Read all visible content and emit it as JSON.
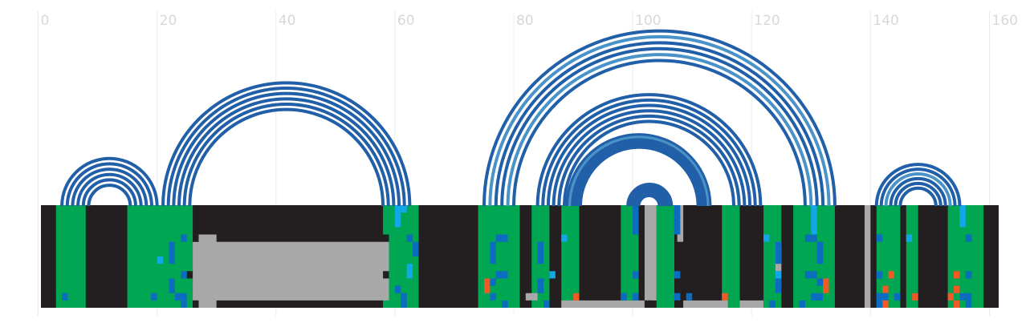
{
  "chart_data": {
    "type": "arc-diagram",
    "title": "",
    "xlabel": "",
    "ylabel": "",
    "xlim": [
      0,
      160
    ],
    "x_ticks": [
      0,
      20,
      40,
      60,
      80,
      100,
      120,
      140,
      160
    ],
    "grid": true,
    "colors": {
      "arc_dark": "#2160a8",
      "arc_light": "#4a93c8",
      "track_background": "#231f20",
      "block_green": "#00a651",
      "block_gray": "#a8a8a8",
      "mark_blue": "#0c6cc0",
      "mark_cyan": "#12a7e6",
      "mark_orange": "#f15a24"
    },
    "arc_groups": [
      {
        "id": "g1",
        "left_start": 4,
        "left_end": 8.5,
        "right_start": 15.5,
        "right_end": 20
      },
      {
        "id": "g2",
        "left_start": 21,
        "left_end": 25.5,
        "right_start": 58,
        "right_end": 62.5
      },
      {
        "id": "g3",
        "left_start": 75,
        "left_end": 80,
        "right_start": 129,
        "right_end": 134
      },
      {
        "id": "g4",
        "left_start": 84,
        "left_end": 88.5,
        "right_start": 117,
        "right_end": 121.5
      },
      {
        "id": "g5",
        "left_start": 89,
        "left_end": 91.2,
        "right_start": 111,
        "right_end": 113
      },
      {
        "id": "g6",
        "left_start": 99.2,
        "left_end": 101,
        "right_start": 104.5,
        "right_end": 106.5
      },
      {
        "id": "g7",
        "left_start": 141,
        "left_end": 145,
        "right_start": 151,
        "right_end": 155
      }
    ],
    "green_blocks": [
      [
        3,
        8
      ],
      [
        15,
        26
      ],
      [
        58,
        64
      ],
      [
        74,
        81
      ],
      [
        83,
        86
      ],
      [
        88,
        91
      ],
      [
        98,
        101
      ],
      [
        104,
        107
      ],
      [
        115,
        118
      ],
      [
        122,
        125
      ],
      [
        127,
        134
      ],
      [
        141,
        145
      ],
      [
        146,
        148
      ],
      [
        153,
        159
      ]
    ],
    "gray_regions": [
      {
        "x0": 26,
        "x1": 59,
        "rows": [
          5,
          13
        ]
      },
      {
        "x0": 27,
        "x1": 30,
        "rows": [
          4,
          14
        ]
      },
      {
        "x0": 102,
        "x1": 104,
        "rows": [
          0,
          13
        ]
      },
      {
        "x0": 107.5,
        "x1": 108.5,
        "rows": [
          0,
          5
        ]
      },
      {
        "x0": 108.5,
        "x1": 116,
        "rows": [
          13,
          14
        ]
      },
      {
        "x0": 88,
        "x1": 102,
        "rows": [
          13,
          14
        ]
      },
      {
        "x0": 118,
        "x1": 122,
        "rows": [
          13,
          14
        ]
      },
      {
        "x0": 139,
        "x1": 140,
        "rows": [
          0,
          14
        ]
      },
      {
        "x0": 82,
        "x1": 84,
        "rows": [
          12,
          13
        ]
      },
      {
        "x0": 124,
        "x1": 125,
        "rows": [
          5,
          9
        ]
      }
    ],
    "marks": [
      {
        "x": 60,
        "row": 0,
        "c": "cyan"
      },
      {
        "x": 61,
        "row": 0,
        "c": "cyan"
      },
      {
        "x": 60,
        "row": 1,
        "c": "cyan"
      },
      {
        "x": 60,
        "row": 2,
        "c": "cyan"
      },
      {
        "x": 62,
        "row": 4,
        "c": "blue"
      },
      {
        "x": 63,
        "row": 5,
        "c": "blue"
      },
      {
        "x": 63,
        "row": 6,
        "c": "blue"
      },
      {
        "x": 62,
        "row": 8,
        "c": "cyan"
      },
      {
        "x": 62,
        "row": 9,
        "c": "cyan"
      },
      {
        "x": 60,
        "row": 11,
        "c": "blue"
      },
      {
        "x": 61,
        "row": 12,
        "c": "blue"
      },
      {
        "x": 61,
        "row": 13,
        "c": "blue"
      },
      {
        "x": 24,
        "row": 4,
        "c": "blue"
      },
      {
        "x": 22,
        "row": 5,
        "c": "blue"
      },
      {
        "x": 22,
        "row": 6,
        "c": "blue"
      },
      {
        "x": 22,
        "row": 7,
        "c": "blue"
      },
      {
        "x": 20,
        "row": 7,
        "c": "cyan"
      },
      {
        "x": 24,
        "row": 9,
        "c": "blue"
      },
      {
        "x": 22,
        "row": 10,
        "c": "blue"
      },
      {
        "x": 22,
        "row": 11,
        "c": "blue"
      },
      {
        "x": 23,
        "row": 12,
        "c": "blue"
      },
      {
        "x": 24,
        "row": 12,
        "c": "blue"
      },
      {
        "x": 24,
        "row": 13,
        "c": "blue"
      },
      {
        "x": 4,
        "row": 12,
        "c": "blue"
      },
      {
        "x": 19,
        "row": 12,
        "c": "blue"
      },
      {
        "x": 77,
        "row": 4,
        "c": "blue"
      },
      {
        "x": 78,
        "row": 4,
        "c": "blue"
      },
      {
        "x": 76,
        "row": 5,
        "c": "blue"
      },
      {
        "x": 76,
        "row": 6,
        "c": "blue"
      },
      {
        "x": 76,
        "row": 7,
        "c": "blue"
      },
      {
        "x": 77,
        "row": 9,
        "c": "blue"
      },
      {
        "x": 78,
        "row": 9,
        "c": "blue"
      },
      {
        "x": 75,
        "row": 10,
        "c": "orange"
      },
      {
        "x": 75,
        "row": 11,
        "c": "orange"
      },
      {
        "x": 76,
        "row": 10,
        "c": "blue"
      },
      {
        "x": 76,
        "row": 12,
        "c": "blue"
      },
      {
        "x": 78,
        "row": 13,
        "c": "blue"
      },
      {
        "x": 84,
        "row": 5,
        "c": "blue"
      },
      {
        "x": 84,
        "row": 6,
        "c": "blue"
      },
      {
        "x": 84,
        "row": 7,
        "c": "blue"
      },
      {
        "x": 86,
        "row": 9,
        "c": "cyan"
      },
      {
        "x": 84,
        "row": 10,
        "c": "blue"
      },
      {
        "x": 84,
        "row": 11,
        "c": "blue"
      },
      {
        "x": 85,
        "row": 13,
        "c": "blue"
      },
      {
        "x": 88,
        "row": 4,
        "c": "cyan"
      },
      {
        "x": 90,
        "row": 12,
        "c": "orange"
      },
      {
        "x": 100,
        "row": 0,
        "c": "blue"
      },
      {
        "x": 100,
        "row": 1,
        "c": "blue"
      },
      {
        "x": 100,
        "row": 2,
        "c": "blue"
      },
      {
        "x": 100,
        "row": 3,
        "c": "blue"
      },
      {
        "x": 100,
        "row": 9,
        "c": "blue"
      },
      {
        "x": 100,
        "row": 12,
        "c": "blue"
      },
      {
        "x": 98,
        "row": 12,
        "c": "blue"
      },
      {
        "x": 107,
        "row": 0,
        "c": "blue"
      },
      {
        "x": 107,
        "row": 1,
        "c": "blue"
      },
      {
        "x": 107,
        "row": 2,
        "c": "blue"
      },
      {
        "x": 107,
        "row": 3,
        "c": "blue"
      },
      {
        "x": 107,
        "row": 9,
        "c": "blue"
      },
      {
        "x": 107,
        "row": 12,
        "c": "blue"
      },
      {
        "x": 109,
        "row": 12,
        "c": "blue"
      },
      {
        "x": 115,
        "row": 12,
        "c": "orange"
      },
      {
        "x": 122,
        "row": 4,
        "c": "cyan"
      },
      {
        "x": 124,
        "row": 5,
        "c": "blue"
      },
      {
        "x": 124,
        "row": 6,
        "c": "blue"
      },
      {
        "x": 124,
        "row": 7,
        "c": "blue"
      },
      {
        "x": 124,
        "row": 9,
        "c": "cyan"
      },
      {
        "x": 124,
        "row": 10,
        "c": "blue"
      },
      {
        "x": 124,
        "row": 11,
        "c": "blue"
      },
      {
        "x": 123,
        "row": 13,
        "c": "blue"
      },
      {
        "x": 130,
        "row": 0,
        "c": "cyan"
      },
      {
        "x": 130,
        "row": 1,
        "c": "cyan"
      },
      {
        "x": 130,
        "row": 2,
        "c": "cyan"
      },
      {
        "x": 130,
        "row": 3,
        "c": "cyan"
      },
      {
        "x": 129,
        "row": 4,
        "c": "blue"
      },
      {
        "x": 130,
        "row": 4,
        "c": "blue"
      },
      {
        "x": 131,
        "row": 5,
        "c": "blue"
      },
      {
        "x": 131,
        "row": 6,
        "c": "blue"
      },
      {
        "x": 131,
        "row": 7,
        "c": "blue"
      },
      {
        "x": 129,
        "row": 9,
        "c": "blue"
      },
      {
        "x": 130,
        "row": 9,
        "c": "blue"
      },
      {
        "x": 132,
        "row": 10,
        "c": "orange"
      },
      {
        "x": 132,
        "row": 11,
        "c": "orange"
      },
      {
        "x": 131,
        "row": 10,
        "c": "blue"
      },
      {
        "x": 130,
        "row": 12,
        "c": "blue"
      },
      {
        "x": 131,
        "row": 12,
        "c": "blue"
      },
      {
        "x": 128,
        "row": 13,
        "c": "blue"
      },
      {
        "x": 141,
        "row": 4,
        "c": "blue"
      },
      {
        "x": 141,
        "row": 9,
        "c": "blue"
      },
      {
        "x": 143,
        "row": 9,
        "c": "orange"
      },
      {
        "x": 142,
        "row": 11,
        "c": "orange"
      },
      {
        "x": 141,
        "row": 12,
        "c": "blue"
      },
      {
        "x": 142,
        "row": 12,
        "c": "blue"
      },
      {
        "x": 142,
        "row": 13,
        "c": "orange"
      },
      {
        "x": 141,
        "row": 13,
        "c": "blue"
      },
      {
        "x": 144,
        "row": 12,
        "c": "blue"
      },
      {
        "x": 146,
        "row": 4,
        "c": "cyan"
      },
      {
        "x": 147,
        "row": 12,
        "c": "orange"
      },
      {
        "x": 155,
        "row": 0,
        "c": "cyan"
      },
      {
        "x": 155,
        "row": 1,
        "c": "cyan"
      },
      {
        "x": 155,
        "row": 2,
        "c": "cyan"
      },
      {
        "x": 156,
        "row": 4,
        "c": "blue"
      },
      {
        "x": 156,
        "row": 9,
        "c": "blue"
      },
      {
        "x": 154,
        "row": 9,
        "c": "orange"
      },
      {
        "x": 154,
        "row": 11,
        "c": "orange"
      },
      {
        "x": 153,
        "row": 12,
        "c": "orange"
      },
      {
        "x": 154,
        "row": 13,
        "c": "orange"
      },
      {
        "x": 155,
        "row": 12,
        "c": "blue"
      },
      {
        "x": 156,
        "row": 12,
        "c": "blue"
      },
      {
        "x": 156,
        "row": 13,
        "c": "blue"
      }
    ],
    "track_black_cells": [
      {
        "x": 25,
        "row": 9
      },
      {
        "x": 58,
        "row": 4
      },
      {
        "x": 58,
        "row": 9
      },
      {
        "x": 26,
        "row": 4
      },
      {
        "x": 26,
        "row": 13
      },
      {
        "x": 102,
        "row": 13
      }
    ]
  }
}
